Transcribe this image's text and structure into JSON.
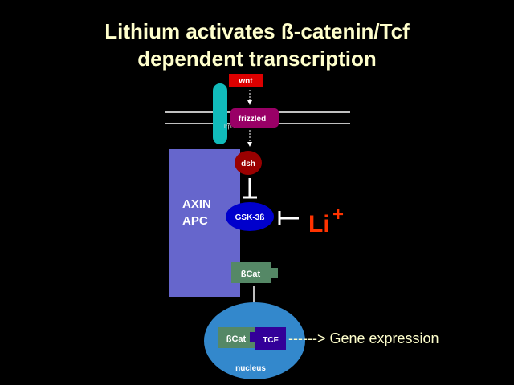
{
  "title": {
    "line1": "Lithium activates ß-catenin/Tcf",
    "line2": "dependent transcription"
  },
  "labels": {
    "wnt": "wnt",
    "frizzled": "frizzled",
    "lrp": "lrp5/6",
    "dsh": "dsh",
    "axin": "AXIN",
    "apc": "APC",
    "gsk": "GSK-3ß",
    "li": "Li",
    "li_charge": "+",
    "bcat_cyto": "ßCat",
    "bcat_nuc": "ßCat",
    "tcf": "TCF",
    "nucleus": "nucleus",
    "gene_expression": "------> Gene expression"
  },
  "colors": {
    "background": "#000000",
    "title": "#ffffcc",
    "wnt": "#dd0000",
    "frizzled": "#990066",
    "lrp": "#11bbbb",
    "dsh": "#990000",
    "axin_apc_box": "#6666cc",
    "gsk": "#0000cc",
    "li": "#ff3300",
    "bcat": "#558866",
    "tcf": "#330099",
    "nucleus": "#3388cc",
    "membrane": "#ffffff",
    "gene_text": "#ffffcc"
  }
}
